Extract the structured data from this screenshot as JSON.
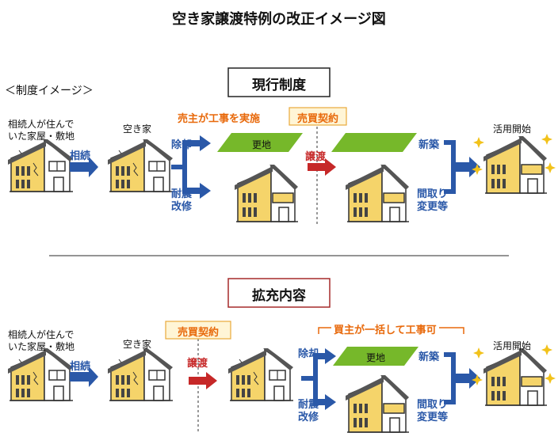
{
  "title": "空き家譲渡特例の改正イメージ図",
  "subtitle": "＜制度イメージ＞",
  "colors": {
    "blue": "#2a58a8",
    "red": "#c62828",
    "orange": "#e8690b",
    "green": "#76b82a",
    "house_yellow": "#f5d46a",
    "house_roof": "#555555",
    "label_bg": "#fff5d6",
    "label_border": "#e8a93b",
    "box_border": "#a52a2a"
  },
  "current": {
    "heading": "現行制度",
    "start_label_line1": "相続人が住んで",
    "start_label_line2": "いた家屋・敷地",
    "inherit": "相続",
    "vacant": "空き家",
    "remove": "除却",
    "earthquake_line1": "耐震",
    "earthquake_line2": "改修",
    "seller_work": "売主が工事を実施",
    "contract": "売買契約",
    "vacant_lot": "更地",
    "transfer": "譲渡",
    "new_build": "新築",
    "layout_line1": "間取り",
    "layout_line2": "変更等",
    "use_start": "活用開始"
  },
  "expanded": {
    "heading": "拡充内容",
    "start_label_line1": "相続人が住んで",
    "start_label_line2": "いた家屋・敷地",
    "inherit": "相続",
    "vacant": "空き家",
    "contract": "売買契約",
    "transfer": "譲渡",
    "buyer_work": "買主が一括して工事可",
    "remove": "除却",
    "earthquake_line1": "耐震",
    "earthquake_line2": "改修",
    "vacant_lot": "更地",
    "new_build": "新築",
    "layout_line1": "間取り",
    "layout_line2": "変更等",
    "use_start": "活用開始"
  }
}
